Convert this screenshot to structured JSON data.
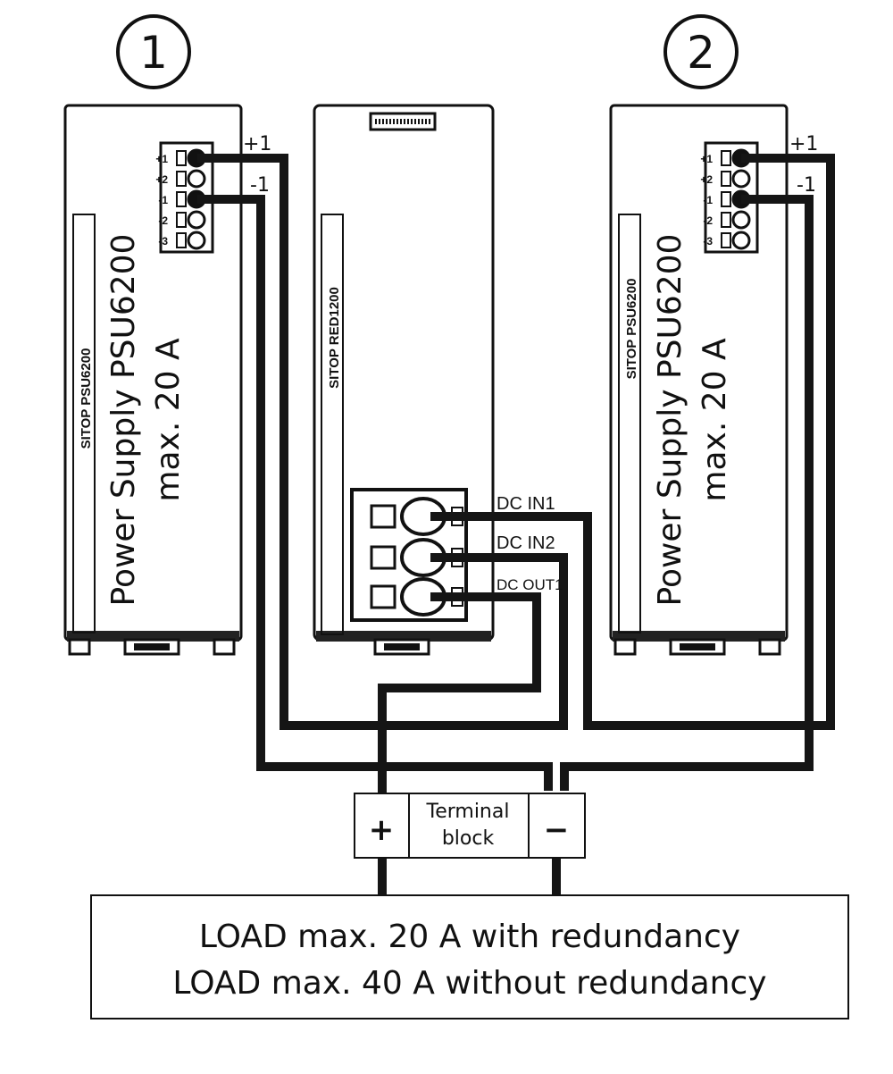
{
  "markers": {
    "unit1": "1",
    "unit2": "2"
  },
  "psu_left": {
    "vertical_label": "SITOP PSU6200",
    "title": "Power Supply PSU6200",
    "rating": "max. 20 A",
    "terminal_pins": [
      "+1",
      "+2",
      "-1",
      "-2",
      "-3"
    ],
    "wire_plus": "+1",
    "wire_minus": "-1"
  },
  "red_module": {
    "vertical_label": "SITOP RED1200",
    "ports": [
      "DC IN1",
      "DC IN2",
      "DC OUT1"
    ]
  },
  "psu_right": {
    "vertical_label": "SITOP PSU6200",
    "title": "Power Supply PSU6200",
    "rating": "max. 20 A",
    "terminal_pins": [
      "+1",
      "+2",
      "-1",
      "-2",
      "-3"
    ],
    "wire_plus": "+1",
    "wire_minus": "-1"
  },
  "terminal_block": {
    "plus": "+",
    "label_line1": "Terminal",
    "label_line2": "block",
    "minus": "−"
  },
  "load": {
    "line1": "LOAD max. 20 A with redundancy",
    "line2": "LOAD max. 40 A without redundancy"
  }
}
